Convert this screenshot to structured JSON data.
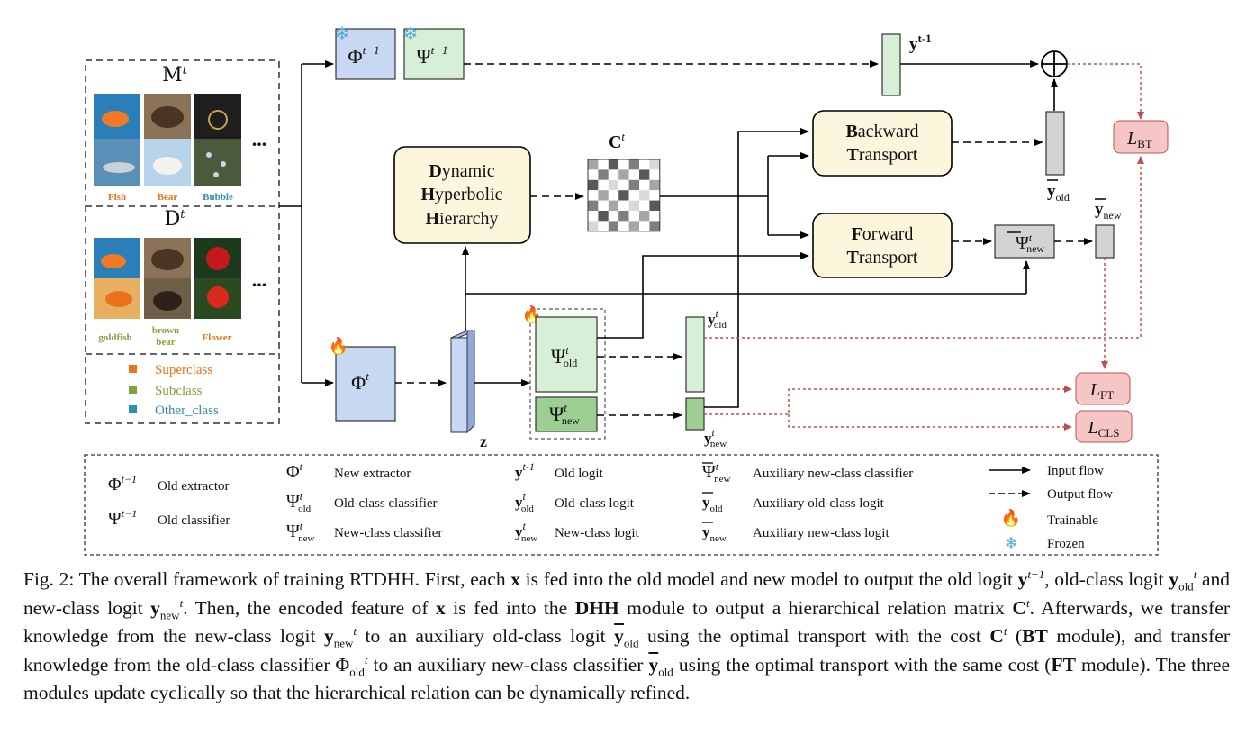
{
  "figure": {
    "memory_set": {
      "label_main": "M",
      "label_sup": "t",
      "images": [
        "Fish",
        "Bear",
        "Bubble"
      ],
      "more": "..."
    },
    "data_set": {
      "label_main": "D",
      "label_sup": "t",
      "images": [
        "goldfish",
        "brown bear",
        "Flower"
      ],
      "more": "..."
    },
    "class_legend": [
      {
        "label": "Superclass",
        "color": "#e8731c"
      },
      {
        "label": "Subclass",
        "color": "#7da33a"
      },
      {
        "label": "Other_class",
        "color": "#2e8eb0"
      }
    ],
    "boxes": {
      "old_extractor": "Φ",
      "old_extractor_sup": "t−1",
      "old_classifier": "Ψ",
      "old_classifier_sup": "t−1",
      "new_extractor": "Φ",
      "new_extractor_sup": "t",
      "psi_old": "Ψ",
      "psi_old_sup": "t",
      "psi_old_sub": "old",
      "psi_new": "Ψ",
      "psi_new_sup": "t",
      "psi_new_sub": "new",
      "dhh_lines": [
        {
          "initial": "D",
          "rest": "ynamic"
        },
        {
          "initial": "H",
          "rest": "yperbolic"
        },
        {
          "initial": "H",
          "rest": "ierarchy"
        }
      ],
      "bt_lines": [
        {
          "initial": "B",
          "rest": "ackward"
        },
        {
          "initial": "T",
          "rest": "ransport"
        }
      ],
      "ft_lines": [
        {
          "initial": "F",
          "rest": "orward"
        },
        {
          "initial": "T",
          "rest": "ransport"
        }
      ],
      "psi_bar_new": "Ψ",
      "psi_bar_new_sup": "t",
      "psi_bar_new_sub": "new",
      "matrix": "C",
      "matrix_sup": "t",
      "feature": "z"
    },
    "labels": {
      "y_prev": "y",
      "y_prev_sup": "t-1",
      "y_old": "y",
      "y_old_sup": "t",
      "y_old_sub": "old",
      "y_new": "y",
      "y_new_sup": "t",
      "y_new_sub": "new",
      "ybar_old": "y",
      "ybar_old_sub": "old",
      "ybar_new": "y",
      "ybar_new_sub": "new"
    },
    "losses": {
      "bt": "L",
      "bt_sub": "BT",
      "ft": "L",
      "ft_sub": "FT",
      "cls": "L",
      "cls_sub": "CLS"
    },
    "legend": {
      "col1": [
        {
          "sym": "Φ",
          "sup": "t−1",
          "sub": "",
          "text": "Old extractor"
        },
        {
          "sym": "Ψ",
          "sup": "t−1",
          "sub": "",
          "text": "Old classifier"
        }
      ],
      "col2": [
        {
          "sym": "Φ",
          "sup": "t",
          "sub": "",
          "text": "New extractor"
        },
        {
          "sym": "Ψ",
          "sup": "t",
          "sub": "old",
          "text": "Old-class classifier"
        },
        {
          "sym": "Ψ",
          "sup": "t",
          "sub": "new",
          "text": "New-class classifier"
        }
      ],
      "col3": [
        {
          "sym": "y",
          "sup": "t-1",
          "sub": "",
          "text": "Old logit"
        },
        {
          "sym": "y",
          "sup": "t",
          "sub": "old",
          "text": "Old-class logit"
        },
        {
          "sym": "y",
          "sup": "t",
          "sub": "new",
          "text": "New-class logit"
        }
      ],
      "col4": [
        {
          "sym": "Ψ",
          "sup": "t",
          "sub": "new",
          "text": "Auxiliary new-class classifier"
        },
        {
          "sym": "y",
          "sup": "",
          "sub": "old",
          "text": "Auxiliary old-class logit"
        },
        {
          "sym": "y",
          "sup": "",
          "sub": "new",
          "text": "Auxiliary new-class logit"
        }
      ],
      "col5": [
        {
          "text": "Input flow"
        },
        {
          "text": "Output flow"
        },
        {
          "text": "Trainable"
        },
        {
          "text": "Frozen"
        }
      ]
    }
  },
  "caption": {
    "p1": "Fig. 2: The overall framework of training RTDHH. First, each ",
    "x": "x",
    "p2": " is fed into the old model and new model to output the old logit ",
    "p3": ", old-class logit ",
    "p4": " and new-class logit ",
    "p5": ". Then, the encoded feature of ",
    "p6": " is fed into the ",
    "dhh": "DHH",
    "p7": " module to output a hierarchical relation matrix ",
    "p8": ". Afterwards, we transfer knowledge from the new-class logit ",
    "p9": " to an auxiliary old-class logit ",
    "p10": " using the optimal transport with the cost ",
    "p11": " (",
    "bt": "BT",
    "p12": " module), and transfer knowledge from the old-class classifier ",
    "p13": " to an auxiliary new-class classifier ",
    "p14": " using the optimal transport with the same cost (",
    "ft": "FT",
    "p15": " module). The three modules update cyclically so that the hierarchical relation can be dynamically refined.",
    "sym_y": "y",
    "sym_C": "C",
    "sym_Phi": "Φ",
    "sup_tm1": "t−1",
    "sup_t": "t",
    "sub_old": "old",
    "sub_new": "new"
  }
}
